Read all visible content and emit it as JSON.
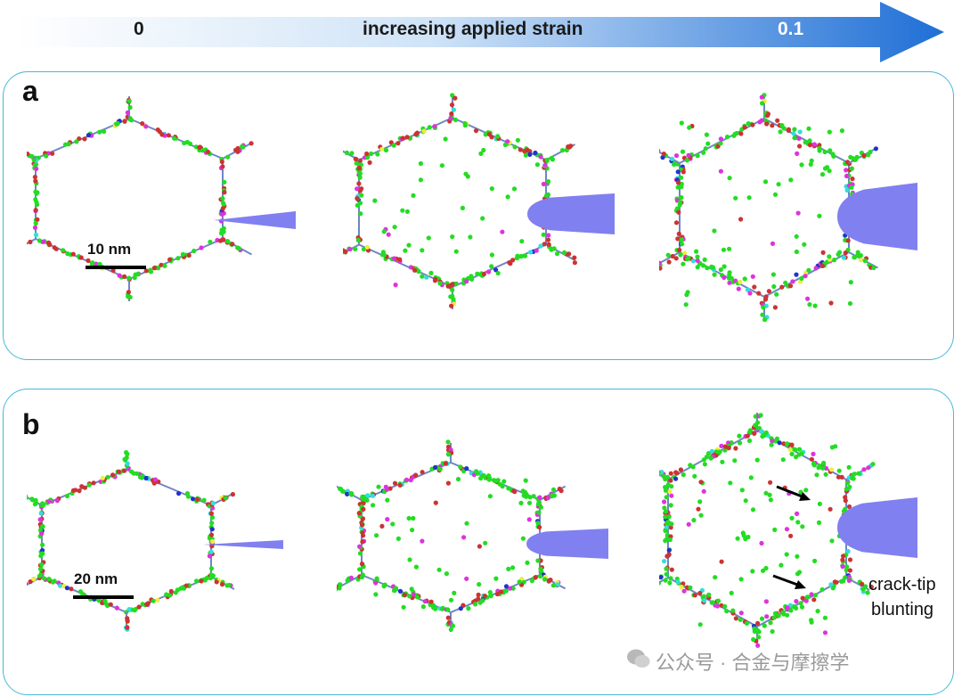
{
  "strain_arrow": {
    "start_label": "0",
    "middle_label": "increasing applied strain",
    "end_label": "0.1",
    "gradient_start": "#ffffff",
    "gradient_end": "#1f6fd6"
  },
  "panels": [
    {
      "letter": "a",
      "scale_bar": "10 nm",
      "frames": [
        {
          "stage": "0",
          "crack": "thin-tip"
        },
        {
          "stage": "mid",
          "crack": "rounded-tip"
        },
        {
          "stage": "0.1",
          "crack": "blunted-tip"
        }
      ]
    },
    {
      "letter": "b",
      "scale_bar": "20 nm",
      "frames": [
        {
          "stage": "0",
          "crack": "thin-tip"
        },
        {
          "stage": "mid",
          "crack": "rounded-tip"
        },
        {
          "stage": "0.1",
          "crack": "blunted-tip"
        }
      ],
      "annotation_line1": "crack-tip",
      "annotation_line2": "blunting"
    }
  ],
  "colors": {
    "border": "#47b8d8",
    "crack": "#8080f0",
    "grain_boundary": "#6f86c4",
    "atom_green": "#22dd22",
    "atom_red": "#cc3333",
    "atom_magenta": "#dd33dd",
    "atom_cyan": "#33dddd",
    "atom_blue": "#2233cc",
    "atom_yellow": "#eeee44"
  },
  "watermark": "公众号 · 合金与摩擦学"
}
